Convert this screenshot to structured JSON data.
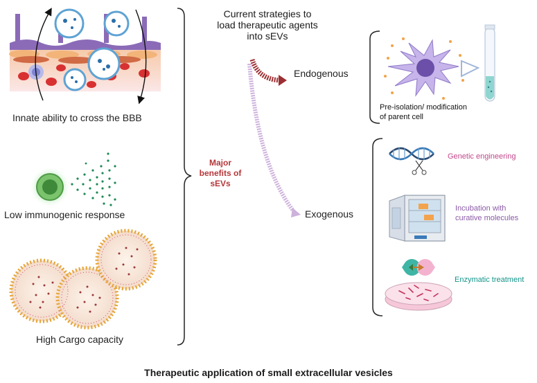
{
  "benefits": {
    "bbb": "Innate ability to cross the BBB",
    "immuno": "Low immunogenic response",
    "cargo": "High Cargo capacity",
    "center_label_line1": "Major",
    "center_label_line2": "benefits of",
    "center_label_line3": "sEVs"
  },
  "strategies": {
    "heading_line1": "Current strategies to",
    "heading_line2": "load therapeutic agents",
    "heading_line3": "into sEVs",
    "endogenous": "Endogenous",
    "exogenous": "Exogenous",
    "pre_isolation_line1": "Pre-isolation/ modification",
    "pre_isolation_line2": "of parent cell",
    "genetic": "Genetic engineering",
    "incubation_line1": "Incubation with",
    "incubation_line2": "curative molecules",
    "enzymatic": "Enzymatic treatment"
  },
  "caption": "Therapeutic application of small extracellular vesicles",
  "colors": {
    "benefit_red": "#b5373a",
    "genetic": "#c2478c",
    "incubation": "#8a5aa6",
    "enzymatic": "#13948a",
    "endogenous_arrow": "#9c2f33",
    "exogenous_arrow": "#cdb2dc"
  }
}
